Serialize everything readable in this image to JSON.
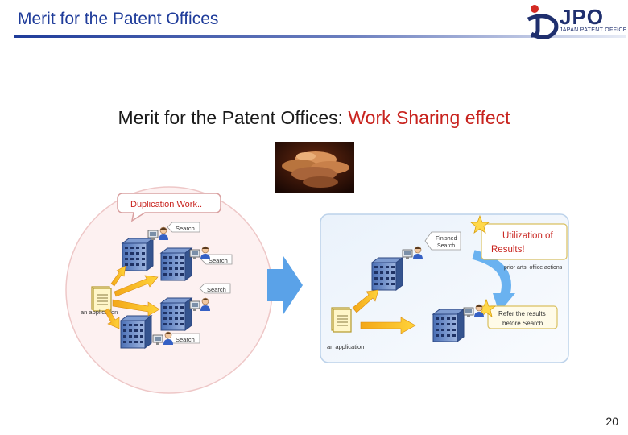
{
  "header": {
    "title": "Merit for the Patent Offices"
  },
  "logo": {
    "text": "JPO",
    "subtext": "JAPAN PATENT OFFICE"
  },
  "slide": {
    "heading_main": "Merit for the Patent Offices: ",
    "heading_accent": "Work Sharing effect",
    "colors": {
      "heading_accent": "#c8231e",
      "header_title": "#1f3c9a"
    }
  },
  "left_panel": {
    "callout": "Duplication Work..",
    "search_1": "Search",
    "search_2": "Search",
    "search_3": "Search",
    "search_4": "Search",
    "application": "an application"
  },
  "right_panel": {
    "finished_search": [
      "Finished",
      "Search"
    ],
    "callout": [
      "Utilization of",
      "Results!"
    ],
    "prior_arts": "prior arts, office actions",
    "refer": [
      "Refer the results",
      "before Search"
    ],
    "application": "an application"
  },
  "page_number": "20"
}
